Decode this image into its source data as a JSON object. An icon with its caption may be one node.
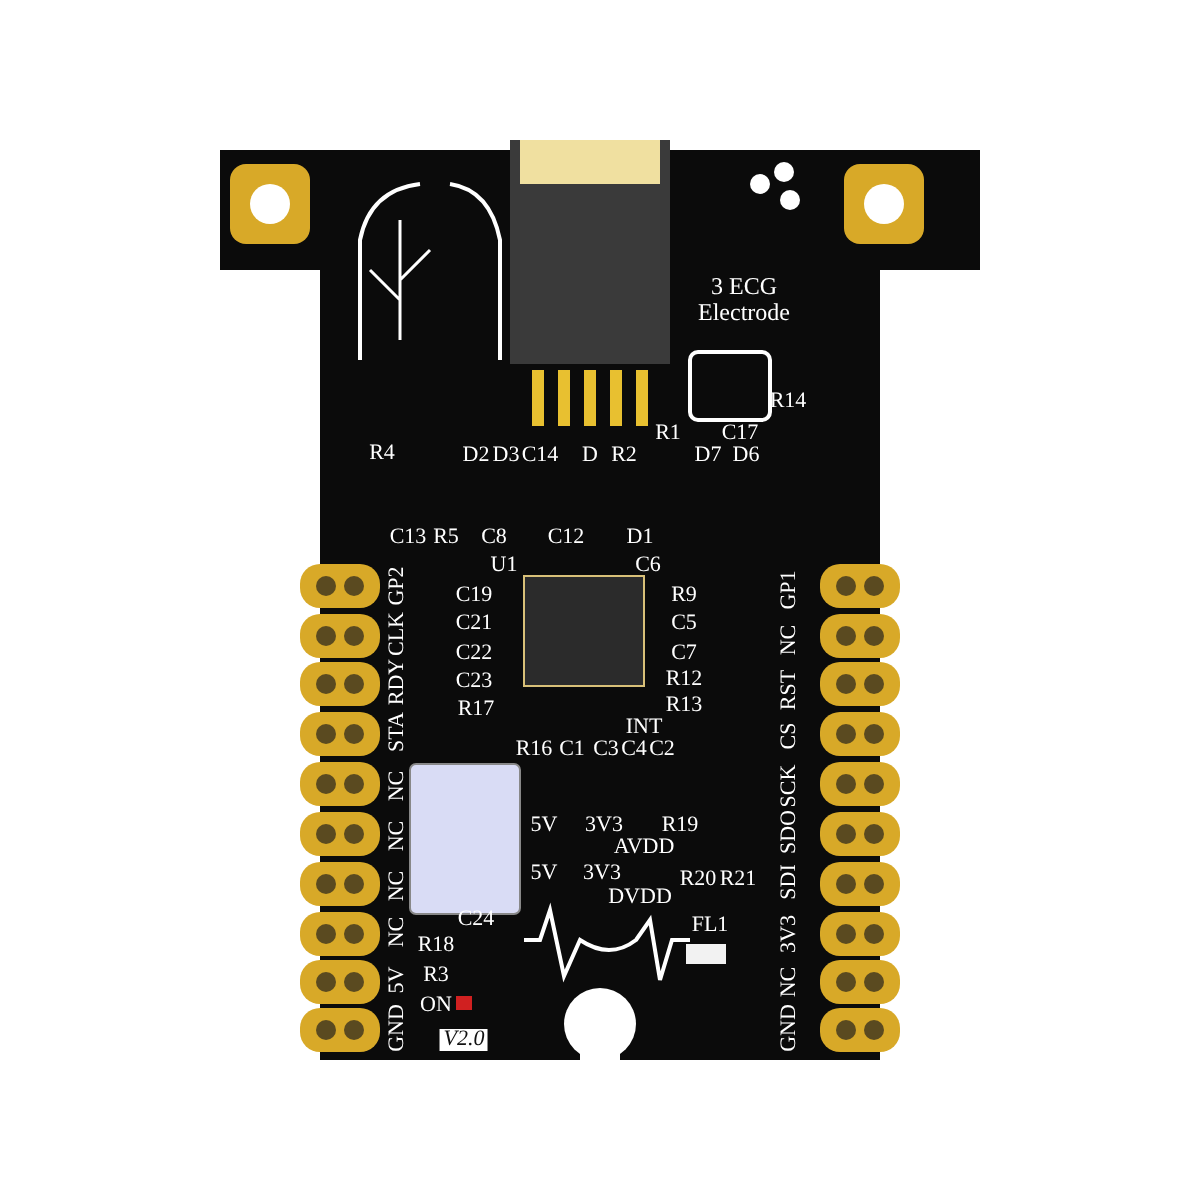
{
  "diagram": {
    "labels": [
      "3 ECG Electrode",
      "R14",
      "R4",
      "D2",
      "D3",
      "C14",
      "D",
      "R2",
      "R1",
      "C17",
      "D7",
      "D6",
      "C13",
      "R5",
      "C8",
      "C12",
      "D1",
      "U1",
      "C6",
      "C19",
      "C21",
      "C22",
      "C23",
      "R17",
      "R9",
      "C5",
      "C7",
      "R12",
      "R13",
      "INT",
      "R16",
      "C1",
      "C3",
      "C4",
      "C2",
      "5V",
      "3V3",
      "AVDD",
      "R19",
      "5V",
      "3V3",
      "DVDD",
      "R20",
      "R21",
      "C24",
      "R18",
      "R3",
      "ON",
      "FL1",
      "V2.0",
      "GP2",
      "CLK",
      "RDY",
      "STA",
      "NC",
      "NC",
      "NC",
      "NC",
      "5V",
      "GND",
      "GP1",
      "NC",
      "RST",
      "CS",
      "SCK",
      "SDO",
      "SDI",
      "3V3",
      "NC",
      "GND"
    ]
  }
}
